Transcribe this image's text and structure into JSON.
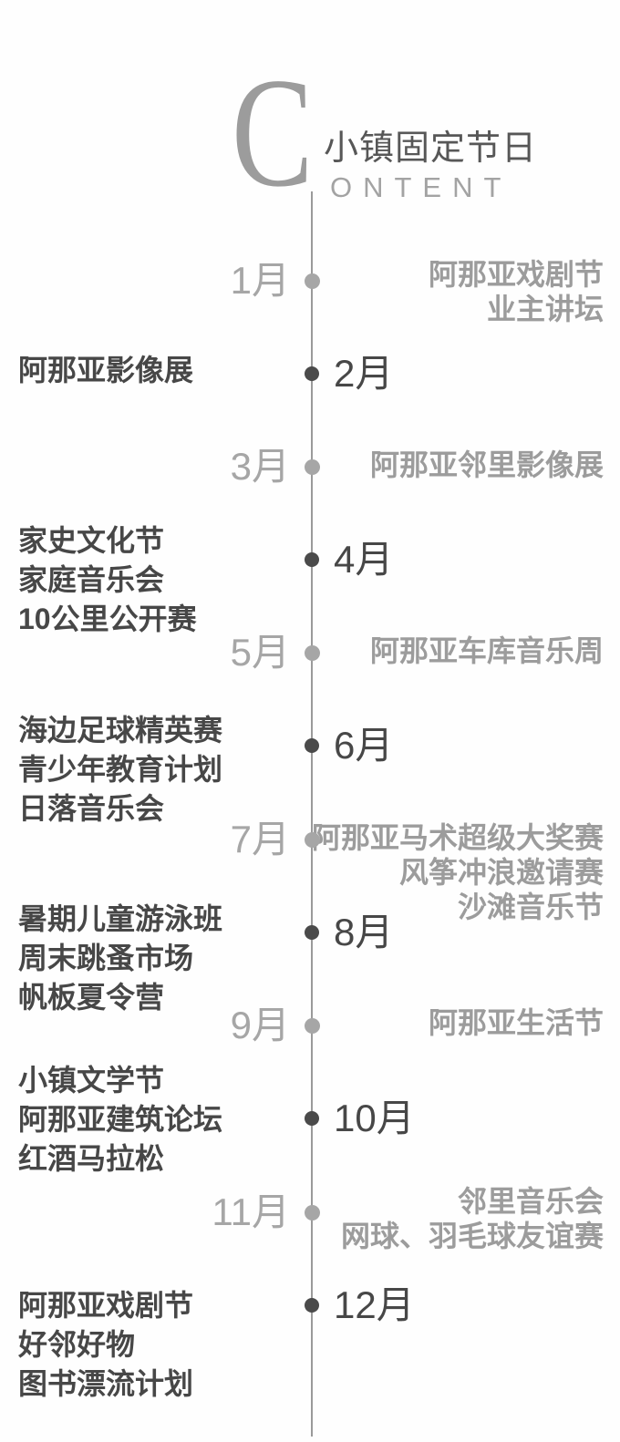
{
  "header": {
    "initial": "C",
    "title": "小镇固定节日",
    "subtitle_rest": "ONTENT"
  },
  "colors": {
    "background": "#fefefe",
    "dark_text": "#474747",
    "gray_text": "#9c9c9c",
    "gray_month": "#a6a6a6",
    "title_text": "#575757",
    "header_initial": "#9c9c9c",
    "axis_line": "#9a9a9a",
    "dot_light": "#a6a6a6",
    "dot_dark": "#4a4a4a"
  },
  "timeline": {
    "months": [
      {
        "label": "1月",
        "style": "light",
        "events_side": "right",
        "events": [
          "阿那亚戏剧节",
          "业主讲坛"
        ]
      },
      {
        "label": "2月",
        "style": "dark",
        "events_side": "left",
        "events": [
          "阿那亚影像展"
        ]
      },
      {
        "label": "3月",
        "style": "light",
        "events_side": "right",
        "events": [
          "阿那亚邻里影像展"
        ]
      },
      {
        "label": "4月",
        "style": "dark",
        "events_side": "left",
        "events": [
          "家史文化节",
          "家庭音乐会",
          "10公里公开赛"
        ]
      },
      {
        "label": "5月",
        "style": "light",
        "events_side": "right",
        "events": [
          "阿那亚车库音乐周"
        ]
      },
      {
        "label": "6月",
        "style": "dark",
        "events_side": "left",
        "events": [
          "海边足球精英赛",
          "青少年教育计划",
          "日落音乐会"
        ]
      },
      {
        "label": "7月",
        "style": "light",
        "events_side": "right",
        "events": [
          "阿那亚马术超级大奖赛",
          "风筝冲浪邀请赛",
          "沙滩音乐节"
        ]
      },
      {
        "label": "8月",
        "style": "dark",
        "events_side": "left",
        "events": [
          "暑期儿童游泳班",
          "周末跳蚤市场",
          "帆板夏令营"
        ]
      },
      {
        "label": "9月",
        "style": "light",
        "events_side": "right",
        "events": [
          "阿那亚生活节"
        ]
      },
      {
        "label": "10月",
        "style": "dark",
        "events_side": "left",
        "events": [
          "小镇文学节",
          "阿那亚建筑论坛",
          "红酒马拉松"
        ]
      },
      {
        "label": "11月",
        "style": "light",
        "events_side": "right",
        "events": [
          "邻里音乐会",
          "网球、羽毛球友谊赛"
        ]
      },
      {
        "label": "12月",
        "style": "dark",
        "events_side": "left",
        "events": [
          "阿那亚戏剧节",
          "好邻好物",
          "图书漂流计划"
        ]
      }
    ]
  }
}
